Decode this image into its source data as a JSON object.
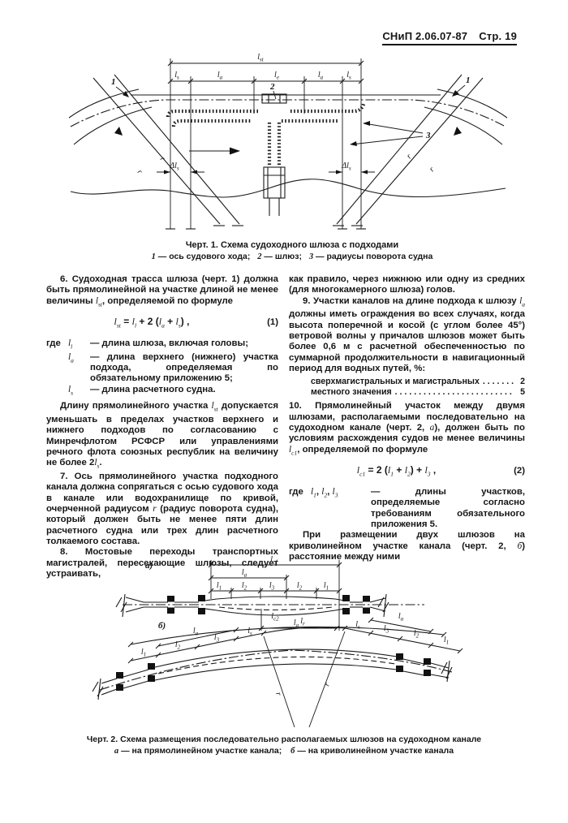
{
  "header": {
    "title": "СНиП 2.06.07-87",
    "page": "Стр. 19"
  },
  "vars": {
    "lst": {
      "v": "l",
      "s": "st"
    },
    "ll": {
      "v": "l",
      "s": "l"
    },
    "la": {
      "v": "l",
      "s": "a"
    },
    "le": {
      "v": "l",
      "s": "e"
    },
    "ls": {
      "v": "l",
      "s": "s"
    },
    "lr": {
      "v": "l",
      "s": "r"
    },
    "lc1": {
      "v": "l",
      "s": "c1"
    },
    "lc2": {
      "v": "l",
      "s": "c2"
    },
    "l1": {
      "v": "l",
      "s": "1"
    },
    "l2": {
      "v": "l",
      "s": "2"
    },
    "l3": {
      "v": "l",
      "s": "3"
    },
    "dls": {
      "v": "Δl",
      "s": "s"
    },
    "r": {
      "v": "r",
      "s": ""
    }
  },
  "fig1": {
    "marker1": "1",
    "marker2": "2",
    "marker3": "3",
    "caption": "Черт. 1. Схема судоходного шлюза с подходами",
    "legend": [
      {
        "n": "1",
        "t": " — ось судового хода;"
      },
      {
        "n": "2",
        "t": " — шлюз;"
      },
      {
        "n": "3",
        "t": " — радиусы поворота судна"
      }
    ]
  },
  "left": {
    "p6": {
      "t1": "6. Судоходная трасса шлюза (черт. 1) должна быть прямолинейной на участке длиной не менее величины ",
      "t2": ", определяемой по формуле"
    },
    "f1": {
      "eq": " = ",
      "t1": " + 2 (",
      "t2": " + ",
      "t3": ") ,",
      "num": "(1)"
    },
    "gde_label": "где",
    "defs": [
      {
        "d": "— длина шлюза, включая головы;"
      },
      {
        "d": "— длина верхнего (нижнего) участка подхода, определяемая по обязательному приложению 5;"
      },
      {
        "d": "— длина расчетного судна."
      }
    ],
    "p_len": {
      "t1": "Длину прямолинейного участка ",
      "t2": " допускается уменьшать в пределах участков верхнего и нижнего подходов по согласованию с Минречфлотом РСФСР или управлениями речного флота союзных республик на величину не более 2",
      "t3": "."
    },
    "p7": {
      "t1": "7. Ось прямолинейного участка подходного канала должна сопрягаться с осью судового хода в канале или водохранилище по кривой, очерченной радиусом ",
      "t2": " (радиус поворота судна), который должен быть не менее пяти длин расчетного судна или трех длин расчетного толкаемого состава."
    },
    "p8": "8. Мостовые переходы транспортных магистралей, пересекающие шлюзы, следует устраивать,"
  },
  "right": {
    "cont": "как правило, через нижнюю или одну из средних (для многокамерного шлюза) голов.",
    "p9": {
      "t1": "9. Участки каналов на длине подхода к шлюзу ",
      "t2": " должны иметь ограждения во всех случаях, когда высота поперечной и косой (с углом более 45°) ветровой волны у причалов шлюзов может быть более 0,6 м с расчетной обеспеченностью по суммарной продолжительности в навигационный период для водных путей, %:"
    },
    "wave_table": [
      {
        "name": "сверхмагистральных и магистральных",
        "dots": ". . . . . . . . . . . . . . . . . . . . . . . . . . .",
        "value": "2"
      },
      {
        "name": "местного значения",
        "dots": ". . . . . . . . . . . . . . . . . . . . . . . . . . . . . . . . .",
        "value": "5"
      }
    ],
    "p10": {
      "t1": "10. Прямолинейный участок между двумя шлюзами, располагаемыми последовательно на судоходном канале (черт. 2, ",
      "ital1": "а",
      "t2": "), должен быть по условиям расхождения судов не менее величины ",
      "t3": ", определяемой по формуле"
    },
    "f2": {
      "t1": " = 2 (",
      "t2": " + ",
      "t3": ") + ",
      "t4": " ,",
      "num": "(2)"
    },
    "gde2": {
      "label": "где",
      "sep": ", ",
      "d": "— длины участков, определяемые согласно требованиям обязательного приложения 5."
    },
    "p_curve": {
      "t1": "При размещении двух шлюзов на криволинейном участке канала (черт. 2, ",
      "ital1": "б",
      "t2": ") расстояние между ними"
    }
  },
  "fig2": {
    "part_a": "а)",
    "part_b": "б)",
    "caption": "Черт. 2. Схема размещения последовательно располагаемых шлюзов на судоходном канале",
    "legend": [
      {
        "n": "а",
        "t": " — на прямолинейном участке канала;"
      },
      {
        "n": "б",
        "t": " — на криволинейном участке канала"
      }
    ]
  }
}
